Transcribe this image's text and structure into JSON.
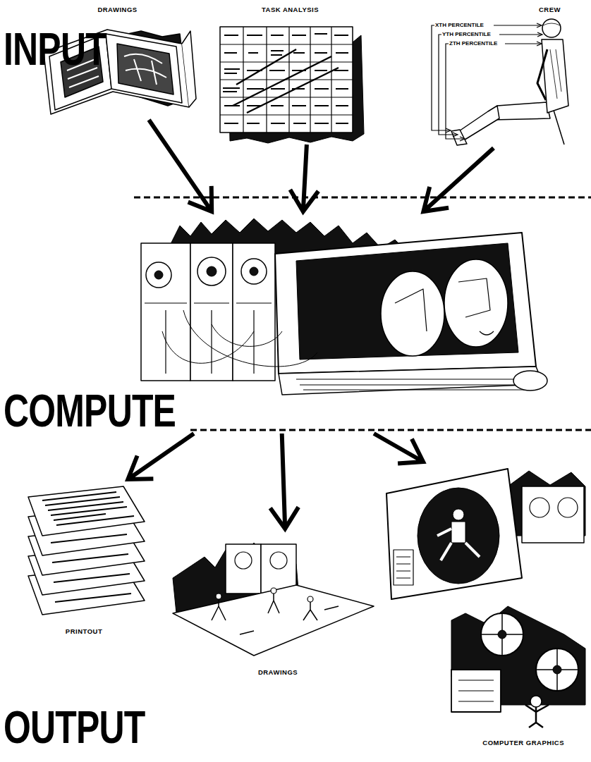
{
  "diagram": {
    "nodes": [
      {
        "text": [
          "DRAWINGS"
        ]
      },
      {
        "text": [
          "TASK ANALYSIS"
        ]
      },
      {
        "text": [
          "CREW"
        ]
      },
      {
        "text": [
          "COMPUTE"
        ]
      },
      {
        "text": [
          "PRINTOUT"
        ]
      },
      {
        "text": [
          "DRAWINGS"
        ]
      },
      {
        "text": [
          "COMPUTER GRAPHICS"
        ]
      }
    ],
    "edges": [
      {
        "from": 0,
        "to": 3,
        "arrow": "to"
      },
      {
        "from": 1,
        "to": 3,
        "arrow": "to"
      },
      {
        "from": 2,
        "to": 3,
        "arrow": "to"
      },
      {
        "from": 3,
        "to": 4,
        "arrow": "to"
      },
      {
        "from": 3,
        "to": 5,
        "arrow": "to"
      },
      {
        "from": 3,
        "to": 6,
        "arrow": "to"
      }
    ],
    "labels": [
      "XTH PERCENTILE",
      "YTH PERCENTILE",
      "ZTH PERCENTILE",
      "INPUT",
      "OUTPUT"
    ]
  }
}
